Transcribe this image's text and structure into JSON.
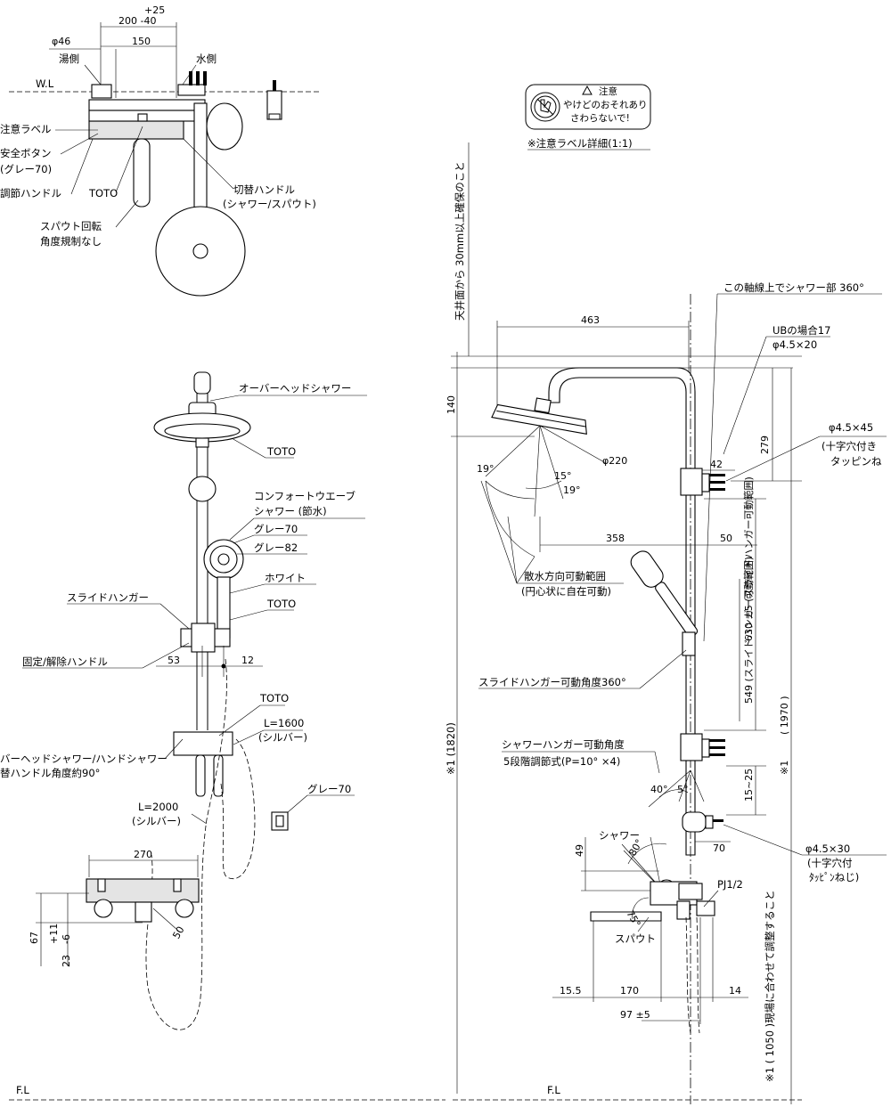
{
  "top_left": {
    "dims": {
      "d_plus25": "+25",
      "d_200_40": "200 -40",
      "d_150": "150",
      "d_phi46": "φ46"
    },
    "labels": {
      "hot_side": "湯側",
      "water_side": "水側",
      "wl": "W.L",
      "caution_label": "注意ラベル",
      "safety_button": "安全ボタン",
      "safety_button_color": "(グレー70)",
      "temp_handle": "調節ハンドル",
      "toto": "TOTO",
      "spout_rotation_1": "スパウト回転",
      "spout_rotation_2": "角度規制なし",
      "switch_handle": "切替ハンドル",
      "switch_handle_sub": "(シャワー/スパウト)"
    }
  },
  "mid_left": {
    "labels": {
      "overhead_shower": "オーバーヘッドシャワー",
      "toto_1": "TOTO",
      "comfort_wave_1": "コンフォートウエーブ",
      "comfort_wave_2": "シャワー (節水)",
      "grey70": "グレー70",
      "grey82": "グレー82",
      "white": "ホワイト",
      "toto_2": "TOTO",
      "slide_hanger": "スライドハンガー",
      "lock_handle": "固定/解除ハンドル",
      "d53": "53",
      "d12": "12",
      "toto_3": "TOTO",
      "l1600": "L=1600",
      "silver_1": "(シルバー)",
      "switch_note_1": "バーヘッドシャワー/ハンドシャワー",
      "switch_note_2": "替ハンドル角度約90°",
      "l2000": "L=2000",
      "silver_2": "(シルバー)",
      "grey70_2": "グレー70"
    }
  },
  "bottom_left": {
    "dims": {
      "d270": "270",
      "d67": "67",
      "d_p11": "+11",
      "d_m6": "-6",
      "d23": "23",
      "d50": "50"
    },
    "fl": "F.L"
  },
  "caution_label_detail": {
    "title": "注意",
    "line1": "やけどのおそれあり",
    "line2": "さわらないで!",
    "caption": "※注意ラベル詳細(1:1)"
  },
  "right": {
    "ceiling_note": "天井面から 30mm以上確保のこと",
    "axis_note": "この軸線上でシャワー部 360°",
    "ub_note_1": "UBの場合17",
    "ub_note_2": "φ4.5×20",
    "screw_45_1": "φ4.5×45",
    "screw_45_2": "(十字穴付き",
    "screw_45_3": "タッピンね",
    "d463": "463",
    "d140": "140",
    "d279": "279",
    "d42": "42",
    "d_phi220": "φ220",
    "d19a": "19°",
    "d15": "15°",
    "d19b": "19°",
    "d358": "358",
    "d50": "50",
    "spray_range_1": "散水方向可動範囲",
    "spray_range_2": "(円心状に自在可動)",
    "slide_range": "630 ±5 (スライドハンガー可動範囲)",
    "d549": "549 (スライドハンガー可動範囲)",
    "slide_angle": "スライドハンガー可動角度360°",
    "d1820": "※1 (1820)",
    "d1970": "( 1970 )",
    "d1970_note": "※1",
    "hanger_angle_1": "シャワーハンガー可動角度",
    "hanger_angle_2": "5段階調節式(P=10° ×4)",
    "d40": "40°",
    "d5": "5°",
    "d15_25": "15~25",
    "d70": "70",
    "screw_30_1": "φ4.5×30",
    "screw_30_2": "(十字穴付",
    "screw_30_3": "ﾀｯﾋﾟﾝねじ)",
    "shower": "シャワー",
    "d49": "49",
    "d80": "80°",
    "pj": "PJ1/2",
    "d75": "75°",
    "spout": "スパウト",
    "d15_5": "15.5",
    "d170": "170",
    "d14": "14",
    "d97": "97 ±5",
    "d1050": "※1 ( 1050 )現場に合わせて調整すること",
    "fl": "F.L"
  }
}
